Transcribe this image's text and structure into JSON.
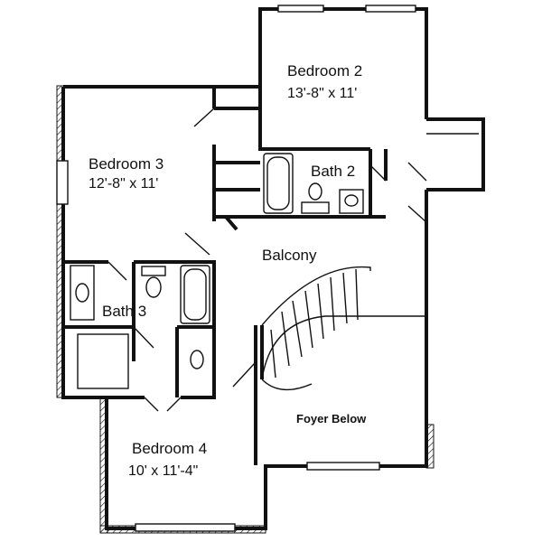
{
  "rooms": {
    "bedroom2": {
      "name": "Bedroom 2",
      "dims": "13'-8\" x 11'"
    },
    "bedroom3": {
      "name": "Bedroom 3",
      "dims": "12'-8\" x 11'"
    },
    "bedroom4": {
      "name": "Bedroom 4",
      "dims": "10' x 11'-4\""
    },
    "bath2": {
      "name": "Bath 2"
    },
    "bath3": {
      "name": "Bath 3"
    },
    "balcony": {
      "name": "Balcony"
    },
    "foyer": {
      "name": "Foyer Below"
    }
  },
  "colors": {
    "line": "#111111",
    "background": "#ffffff"
  }
}
